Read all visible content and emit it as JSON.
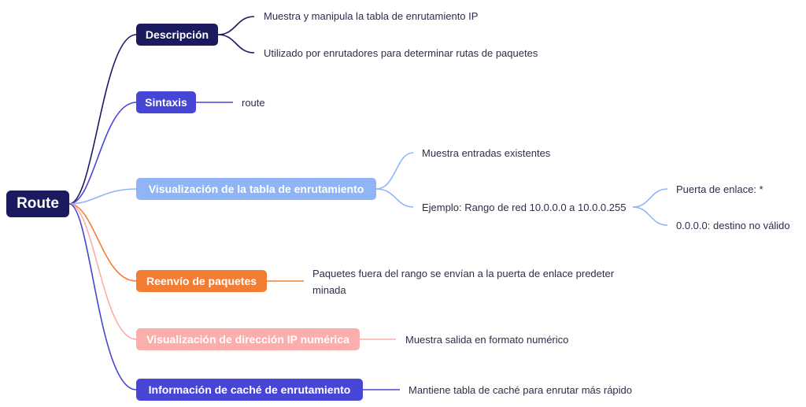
{
  "root": {
    "label": "Route",
    "color": "#1c1a5e"
  },
  "branches": [
    {
      "key": "descripcion",
      "label": "Descripción",
      "color": "#1c1a5e",
      "children": [
        "Muestra y manipula la tabla de enrutamiento IP",
        "Utilizado por enrutadores para determinar rutas de paquetes"
      ]
    },
    {
      "key": "sintaxis",
      "label": "Sintaxis",
      "color": "#4645d6",
      "children": [
        "route"
      ]
    },
    {
      "key": "visualizacion-tabla",
      "label": "Visualización de la tabla de enrutamiento",
      "color": "#8fb5f7",
      "children": [
        "Muestra entradas existentes",
        "Ejemplo: Rango de red 10.0.0.0 a 10.0.0.255"
      ],
      "grandchildren": [
        "Puerta de enlace: *",
        "0.0.0.0: destino no válido"
      ]
    },
    {
      "key": "reenvio",
      "label": "Reenvío de paquetes",
      "color": "#f47d34",
      "children": [
        "Paquetes fuera del rango se envían a la puerta de enlace predeter",
        "minada"
      ]
    },
    {
      "key": "visualizacion-ip",
      "label": "Visualización de dirección IP numérica",
      "color": "#fbaeab",
      "children": [
        "Muestra salida en formato numérico"
      ]
    },
    {
      "key": "cache",
      "label": "Información de caché de enrutamiento",
      "color": "#4645d6",
      "children": [
        "Mantiene tabla de caché para enrutar más rápido"
      ]
    }
  ]
}
